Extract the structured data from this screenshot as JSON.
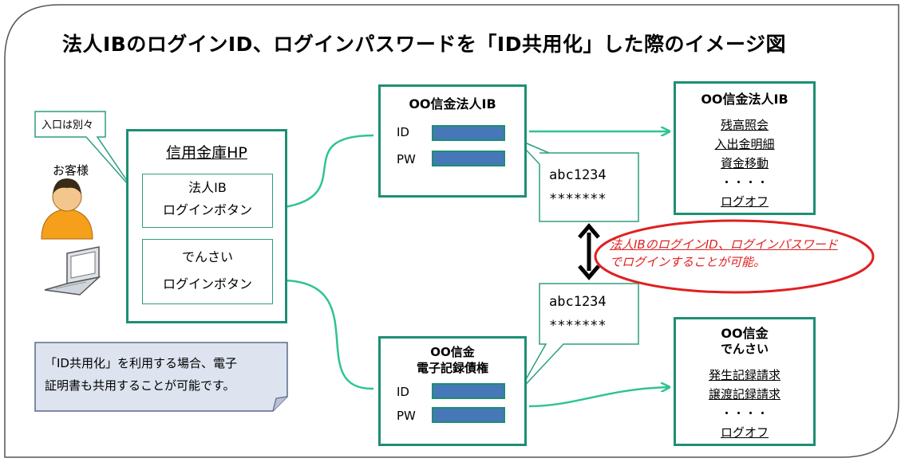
{
  "title": "法人IBのログインID、ログインパスワードを「ID共用化」した際のイメージ図",
  "callout_separate": "入口は別々",
  "customer_label": "お客様",
  "hp_box": {
    "title": "信用金庫HP",
    "button1_line1": "法人IB",
    "button1_line2": "ログインボタン",
    "button2_line1": "でんさい",
    "button2_line2": "ログインボタン"
  },
  "login_ib": {
    "title": "OO信金法人IB",
    "id_label": "ID",
    "pw_label": "PW"
  },
  "login_densai": {
    "title_line1": "OO信金",
    "title_line2": "電子記録債権",
    "id_label": "ID",
    "pw_label": "PW"
  },
  "cred_top": {
    "id": "abc1234",
    "pw": "*******"
  },
  "cred_bottom": {
    "id": "abc1234",
    "pw": "*******"
  },
  "ib_menu": {
    "title": "OO信金法人IB",
    "items": [
      "残高照会",
      "入出金明細",
      "資金移動",
      "・・・・",
      "ログオフ"
    ]
  },
  "densai_menu": {
    "title_line1": "OO信金",
    "title_line2": "でんさい",
    "items": [
      "発生記録請求",
      "譲渡記録請求",
      "・・・・",
      "ログオフ"
    ]
  },
  "note_red_line1": "法人IBのログインID、ログインパスワード",
  "note_red_line2": "でログインすることが可能。",
  "note_bottom_line1": "「ID共用化」を利用する場合、電子",
  "note_bottom_line2": "証明書も共用することが可能です。",
  "colors": {
    "accent": "#1e8f73",
    "field": "#4677b8",
    "red": "#e02020"
  }
}
